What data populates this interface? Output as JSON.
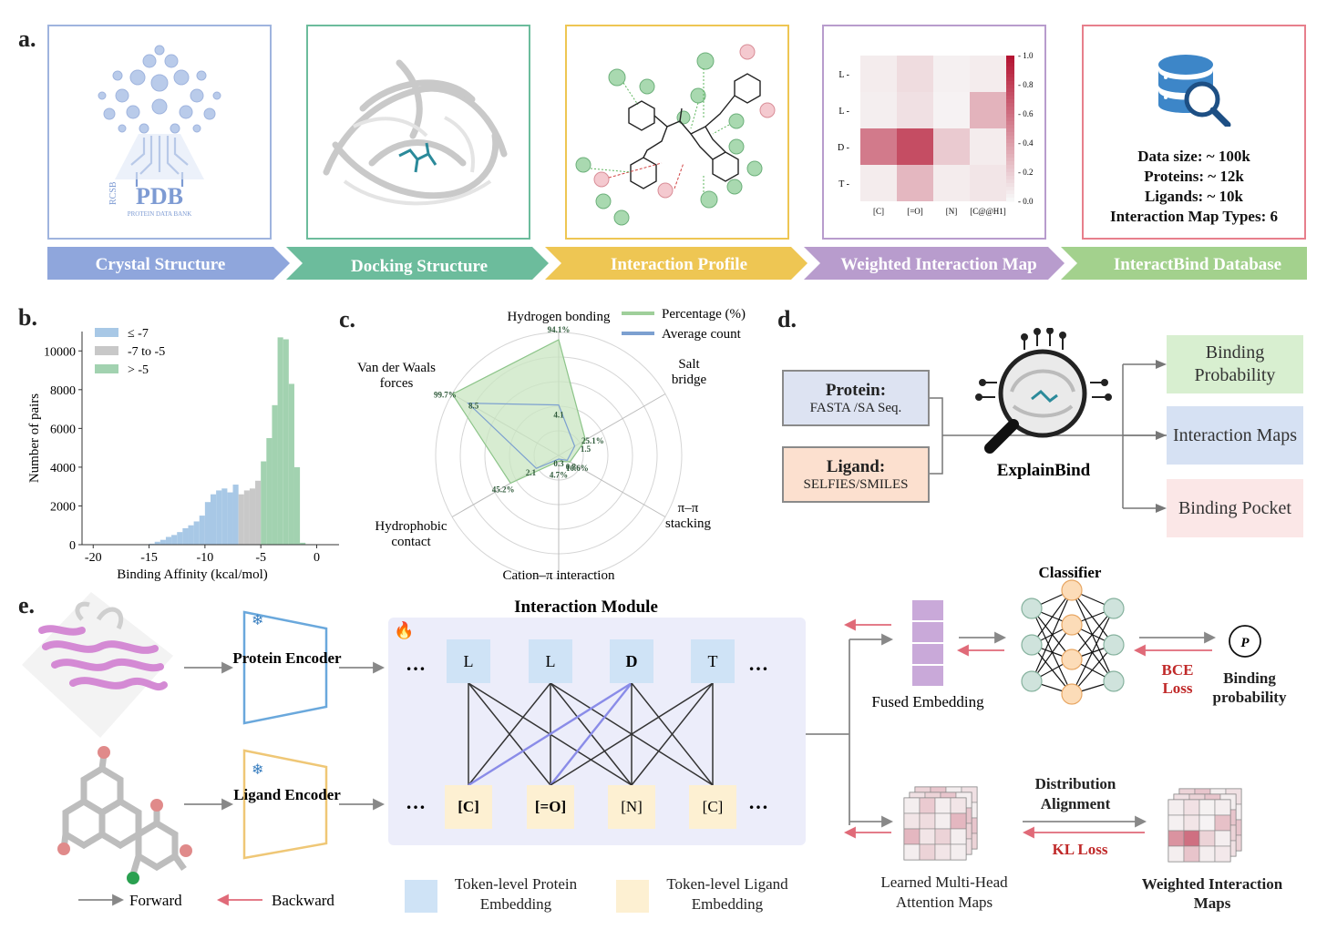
{
  "panel_labels": {
    "a": "a.",
    "b": "b.",
    "c": "c.",
    "d": "d.",
    "e": "e."
  },
  "panel_a": {
    "stages": [
      {
        "label": "Crystal Structure",
        "color": "#8fa6dc"
      },
      {
        "label": "Docking Structure",
        "color": "#6cbc9c"
      },
      {
        "label": "Interaction Profile",
        "color": "#eec653"
      },
      {
        "label": "Weighted Interaction Map",
        "color": "#b89ccd"
      },
      {
        "label": "InteractBind Database",
        "color": "#a3d18d"
      }
    ],
    "pdb": {
      "rcsb": "RCSB",
      "pdb": "PDB",
      "sub": "PROTEIN DATA BANK"
    },
    "heatmap": {
      "rows": [
        "L",
        "L",
        "D",
        "T"
      ],
      "cols": [
        "[C]",
        "[=O]",
        "[N]",
        "[C@@H1]"
      ],
      "values": [
        [
          0.05,
          0.12,
          0.03,
          0.05
        ],
        [
          0.04,
          0.1,
          0.02,
          0.3
        ],
        [
          0.55,
          0.75,
          0.2,
          0.05
        ],
        [
          0.05,
          0.28,
          0.05,
          0.08
        ]
      ],
      "colorbar_ticks": [
        "0.0",
        "0.2",
        "0.4",
        "0.6",
        "0.8",
        "1.0"
      ]
    },
    "database": [
      {
        "label": "Data size:",
        "value": "~ 100k"
      },
      {
        "label": "Proteins:",
        "value": "~ 12k"
      },
      {
        "label": "Ligands:",
        "value": "~ 10k"
      },
      {
        "label": "Interaction Map Types:",
        "value": "6"
      }
    ]
  },
  "chart_data": [
    {
      "type": "bar",
      "title": "",
      "xlabel": "Binding Affinity (kcal/mol)",
      "ylabel": "Number of pairs",
      "xlim": [
        -21,
        2
      ],
      "ylim": [
        0,
        11000
      ],
      "xticks": [
        "-20",
        "-15",
        "-10",
        "-5",
        "0"
      ],
      "yticks": [
        "0",
        "2000",
        "4000",
        "6000",
        "8000",
        "10000"
      ],
      "bin_width": 0.5,
      "bins_start": [
        -15,
        -14.5,
        -14,
        -13.5,
        -13,
        -12.5,
        -12,
        -11.5,
        -11,
        -10.5,
        -10,
        -9.5,
        -9,
        -8.5,
        -8,
        -7.5,
        -7,
        -6.5,
        -6,
        -5.5,
        -5,
        -4.5,
        -4,
        -3.5,
        -3,
        -2.5,
        -2,
        -1.5
      ],
      "values": [
        50,
        150,
        250,
        400,
        500,
        650,
        850,
        1000,
        1200,
        1500,
        2200,
        2600,
        2800,
        2900,
        2700,
        3100,
        2600,
        2800,
        2900,
        3300,
        4300,
        5500,
        7200,
        10700,
        10600,
        8300,
        4000,
        100
      ],
      "legend": [
        {
          "label": "≤ -7",
          "color": "#a8c8e6"
        },
        {
          "label": "-7 to -5",
          "color": "#c8c8c8"
        },
        {
          "label": "> -5",
          "color": "#a2d2b0"
        }
      ],
      "legend_position": "top-left"
    },
    {
      "type": "radar",
      "axes": [
        "Hydrogen bonding",
        "Salt bridge",
        "π–π stacking",
        "Cation–π interaction",
        "Hydrophobic contact",
        "Van der Waals forces"
      ],
      "series": [
        {
          "name": "Percentage (%)",
          "values": [
            94.1,
            25.1,
            10.6,
            4.7,
            45.2,
            99.7
          ],
          "labels": [
            "94.1%",
            "25.1%",
            "10.6%",
            "4.7%",
            "45.2%",
            "99.7%"
          ],
          "color": "#9fcf9a"
        },
        {
          "name": "Average count",
          "values": [
            4.1,
            1.5,
            0.8,
            0.3,
            2.1,
            8.5
          ],
          "labels": [
            "4.1",
            "1.5",
            "0.8",
            "0.3",
            "2.1",
            "8.5"
          ],
          "color": "#7ca0d0"
        }
      ],
      "legend_position": "top-right"
    }
  ],
  "panel_d": {
    "protein_title": "Protein:",
    "protein_sub": "FASTA /SA Seq.",
    "ligand_title": "Ligand:",
    "ligand_sub": "SELFIES/SMILES",
    "model": "ExplainBind",
    "outputs": [
      "Binding Probability",
      "Interaction Maps",
      "Binding Pocket"
    ]
  },
  "panel_e": {
    "protein_encoder": "Protein Encoder",
    "ligand_encoder": "Ligand Encoder",
    "module_title": "Interaction Module",
    "protein_tokens": [
      "L",
      "L",
      "D",
      "T"
    ],
    "ligand_tokens": [
      "[C]",
      "[=O]",
      "[N]",
      "[C]"
    ],
    "ellipsis": "…",
    "classifier": "Classifier",
    "fused": "Fused Embedding",
    "bce": "BCE Loss",
    "p": "P",
    "binding_prob": "Binding probability",
    "dist_align": "Distribution Alignment",
    "kl": "KL Loss",
    "learned_maps": "Learned Multi-Head Attention Maps",
    "weighted_maps": "Weighted Interaction Maps",
    "legend_forward": "Forward",
    "legend_backward": "Backward",
    "legend_protein_emb": "Token-level Protein Embedding",
    "legend_ligand_emb": "Token-level Ligand Embedding"
  }
}
